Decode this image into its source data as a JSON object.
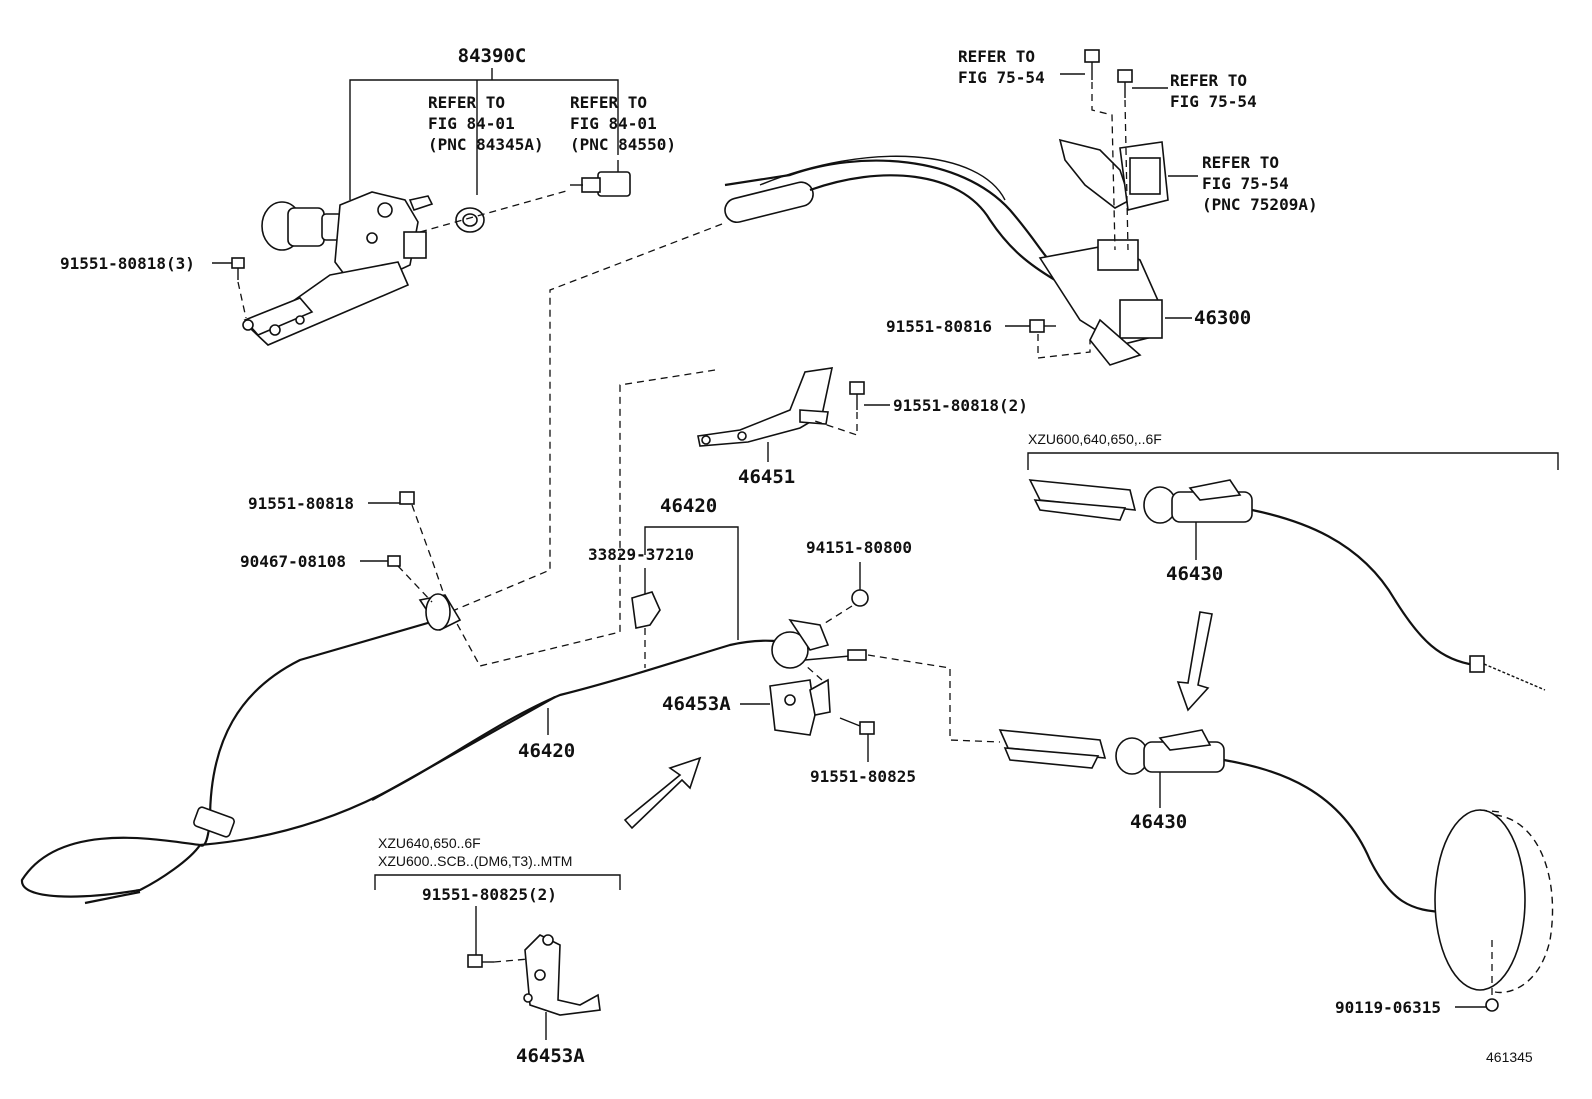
{
  "labels": {
    "p84390c": "84390C",
    "refer1_a": "REFER TO",
    "refer1_b": "FIG 84-01",
    "refer1_c": "(PNC 84345A)",
    "refer2_a": "REFER TO",
    "refer2_b": "FIG 84-01",
    "refer2_c": "(PNC 84550)",
    "refer3_a": "REFER TO",
    "refer3_b": "FIG 75-54",
    "refer4_a": "REFER TO",
    "refer4_b": "FIG 75-54",
    "refer5_a": "REFER TO",
    "refer5_b": "FIG 75-54",
    "refer5_c": "(PNC 75209A)",
    "b91551_80818_3": "91551-80818(3)",
    "p46300": "46300",
    "b91551_80816": "91551-80816",
    "b91551_80818_2": "91551-80818(2)",
    "p46451": "46451",
    "b91551_80818": "91551-80818",
    "c90467_08108": "90467-08108",
    "p46420_top": "46420",
    "c33829_37210": "33829-37210",
    "n94151_80800": "94151-80800",
    "p46453a": "46453A",
    "p46420": "46420",
    "b91551_80825": "91551-80825",
    "variant_a": "XZU600,640,650,..6F",
    "p46430_top": "46430",
    "p46430": "46430",
    "variant_b1": "XZU640,650..6F",
    "variant_b2": "XZU600..SCB..(DM6,T3)..MTM",
    "b91551_80825_2": "91551-80825(2)",
    "p46453a_bottom": "46453A",
    "c90119_06315": "90119-06315",
    "figure_no": "461345"
  }
}
